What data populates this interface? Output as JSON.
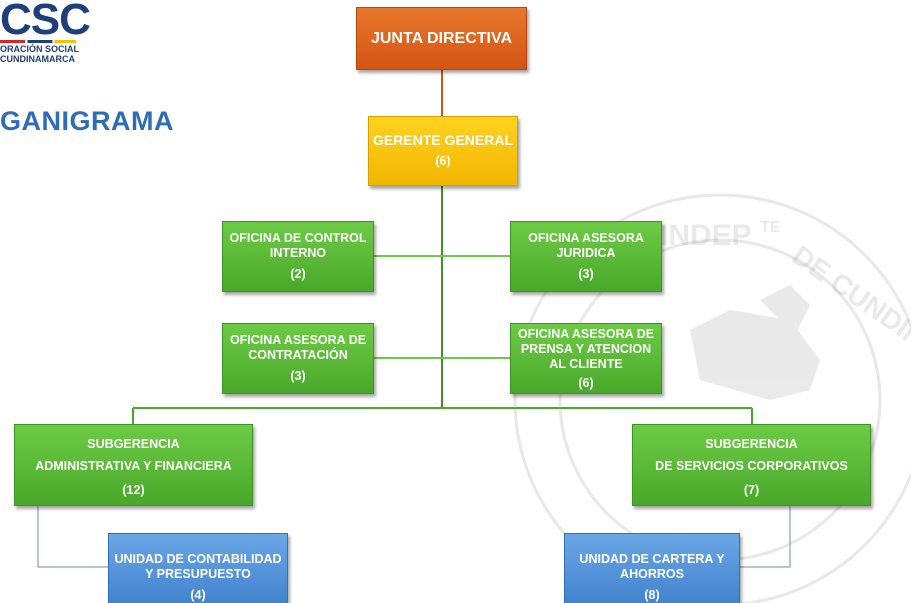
{
  "logo": {
    "mark": "CSC",
    "line1": "ORACIÓN SOCIAL",
    "line2": "CUNDINAMARCA"
  },
  "page_title": "GANIGRAMA",
  "seal_text": {
    "top": "INDEP",
    "sup": "TE",
    "arc": "DE CUNDINCA"
  },
  "colors": {
    "title": "#2e6db5",
    "top_box": "#e06a22",
    "manager_box": "#ffc90e",
    "office_box": "#5cb83a",
    "unit_box": "#4f90d8",
    "connector": "#8e9aa8"
  },
  "nodes": {
    "junta": {
      "name": "JUNTA DIRECTIVA",
      "count": ""
    },
    "gerente": {
      "name": "GERENTE GENERAL",
      "count": "(6)"
    },
    "control": {
      "name": "OFICINA DE CONTROL\nINTERNO",
      "count": "(2)"
    },
    "juridica": {
      "name": "OFICINA ASESORA\nJURIDICA",
      "count": "(3)"
    },
    "contratacion": {
      "name": "OFICINA ASESORA DE\nCONTRATACIÓN",
      "count": "(3)"
    },
    "prensa": {
      "name": "OFICINA ASESORA DE\nPRENSA Y ATENCION\nAL CLIENTE",
      "count": "(6)"
    },
    "sub_admin": {
      "name": "SUBGERENCIA\nADMINISTRATIVA Y FINANCIERA",
      "count": "(12)"
    },
    "sub_corp": {
      "name": "SUBGERENCIA\nDE SERVICIOS CORPORATIVOS",
      "count": "(7)"
    },
    "contabilidad": {
      "name": "UNIDAD DE CONTABILIDAD\nY PRESUPUESTO",
      "count": "(4)"
    },
    "cartera": {
      "name": "UNIDAD DE CARTERA Y\nAHORROS",
      "count": "(8)"
    }
  }
}
